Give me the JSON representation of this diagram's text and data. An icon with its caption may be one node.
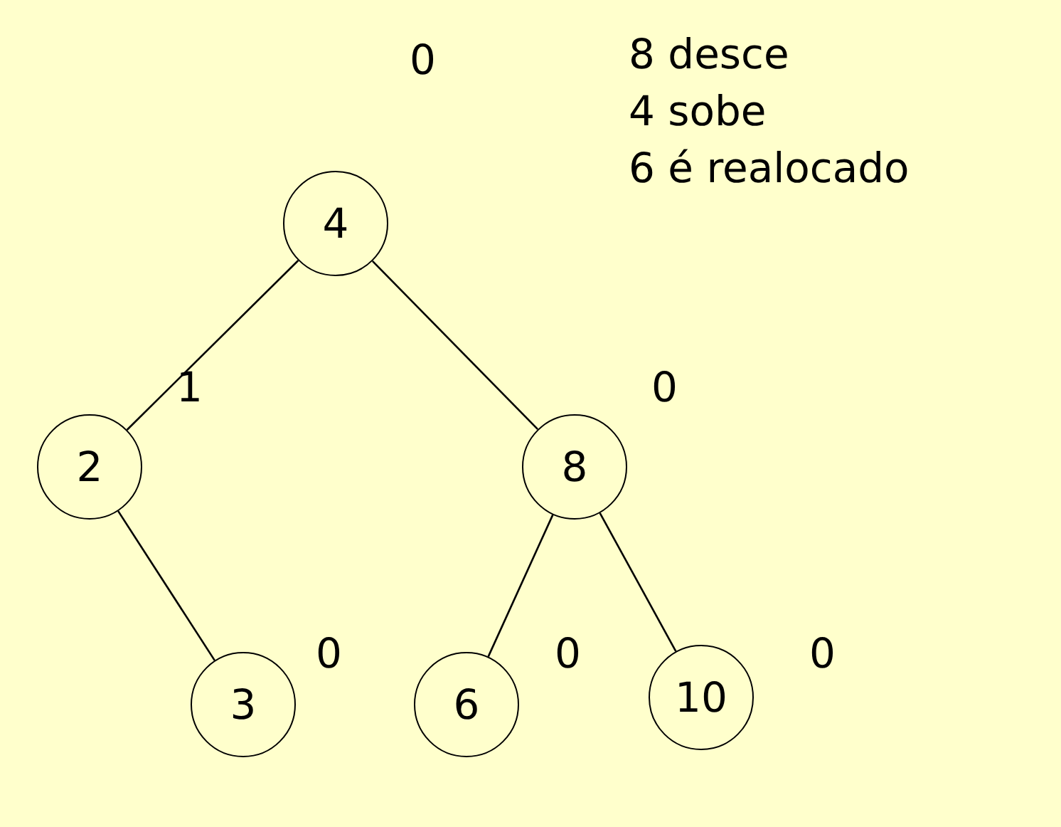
{
  "diagram": {
    "nodes": [
      {
        "text": [
          "4"
        ],
        "beside": [
          "0"
        ]
      },
      {
        "text": [
          "2"
        ],
        "beside": [
          "1"
        ]
      },
      {
        "text": [
          "8"
        ],
        "beside": [
          "0"
        ]
      },
      {
        "text": [
          "3"
        ],
        "beside": [
          "0"
        ]
      },
      {
        "text": [
          "6"
        ],
        "beside": [
          "0"
        ]
      },
      {
        "text": [
          "10"
        ],
        "beside": [
          "0"
        ]
      }
    ],
    "edges": [
      {
        "from": 0,
        "to": 1,
        "arrow": "none"
      },
      {
        "from": 0,
        "to": 2,
        "arrow": "none"
      },
      {
        "from": 1,
        "to": 3,
        "arrow": "none"
      },
      {
        "from": 2,
        "to": 4,
        "arrow": "none"
      },
      {
        "from": 2,
        "to": 5,
        "arrow": "none"
      }
    ],
    "labels": [
      "8 desce",
      "4 sobe",
      "6 é realocado"
    ]
  }
}
